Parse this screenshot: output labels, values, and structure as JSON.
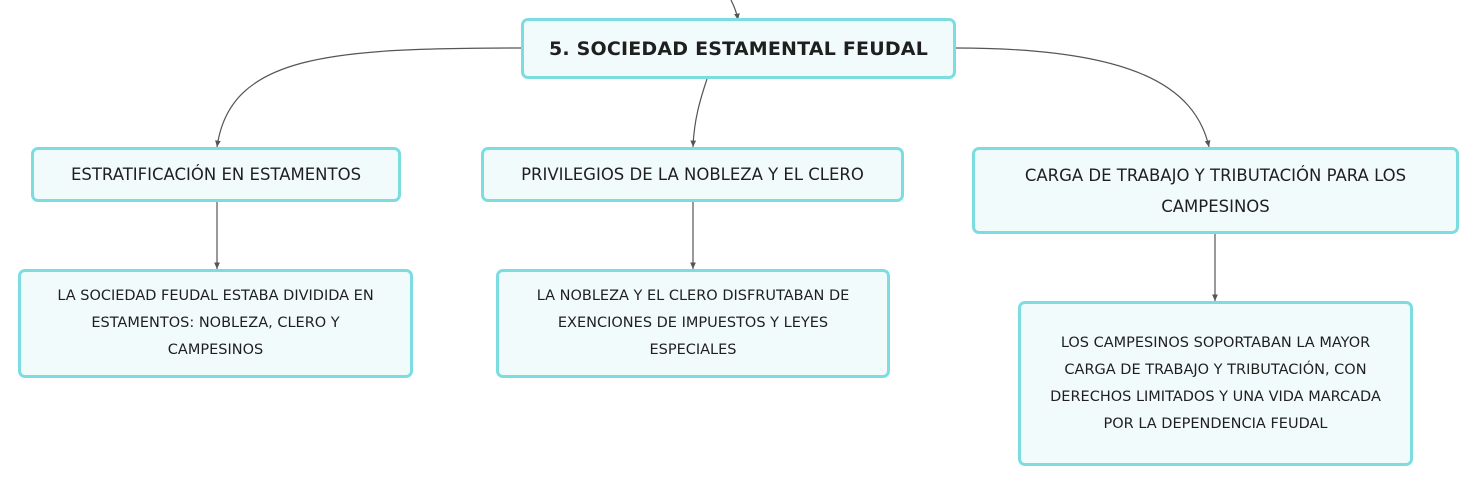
{
  "diagram": {
    "root": {
      "label": "5. SOCIEDAD ESTAMENTAL FEUDAL"
    },
    "branches": [
      {
        "label": "ESTRATIFICACIÓN EN ESTAMENTOS",
        "child": {
          "lines": [
            "LA SOCIEDAD FEUDAL ESTABA DIVIDIDA EN",
            "ESTAMENTOS: NOBLEZA, CLERO Y",
            "CAMPESINOS"
          ]
        }
      },
      {
        "label": "PRIVILEGIOS DE LA NOBLEZA Y EL CLERO",
        "child": {
          "lines": [
            "LA NOBLEZA Y EL CLERO DISFRUTABAN DE",
            "EXENCIONES DE IMPUESTOS Y LEYES",
            "ESPECIALES"
          ]
        }
      },
      {
        "lines": [
          "CARGA DE TRABAJO Y TRIBUTACIÓN PARA LOS",
          "CAMPESINOS"
        ],
        "child": {
          "lines": [
            "LOS CAMPESINOS SOPORTABAN LA MAYOR",
            "CARGA DE TRABAJO Y TRIBUTACIÓN, CON",
            "DERECHOS LIMITADOS Y UNA VIDA MARCADA",
            "POR LA DEPENDENCIA FEUDAL"
          ]
        }
      }
    ],
    "colors": {
      "node_border": "#7cdde1",
      "node_fill": "#f2fbfc",
      "connector": "#555555",
      "text": "#1f1f1f"
    }
  }
}
